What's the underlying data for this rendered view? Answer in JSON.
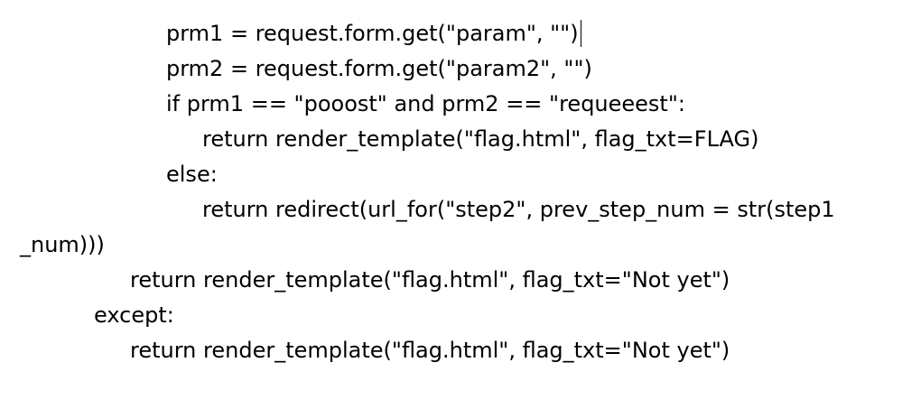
{
  "editor": {
    "lines": [
      "prm1 = request.form.get(\"param\", \"\")",
      "prm2 = request.form.get(\"param2\", \"\")",
      "if prm1 == \"pooost\" and prm2 == \"requeeest\":",
      "return render_template(\"flag.html\", flag_txt=FLAG)",
      "else:",
      "return redirect(url_for(\"step2\", prev_step_num = str(step1",
      "_num)))",
      "return render_template(\"flag.html\", flag_txt=\"Not yet\")",
      "except:",
      "return render_template(\"flag.html\", flag_txt=\"Not yet\")"
    ]
  }
}
